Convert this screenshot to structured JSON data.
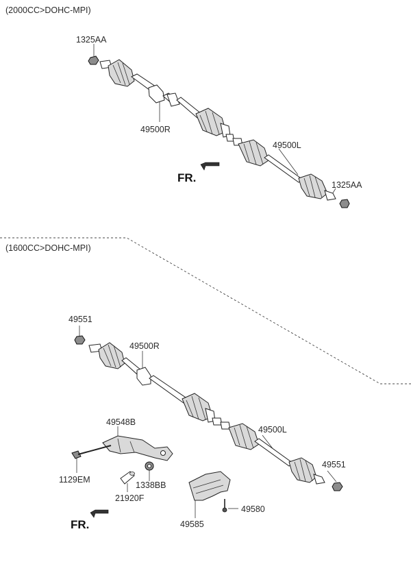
{
  "sections": {
    "top": {
      "header": "(2000CC>DOHC-MPI)",
      "labels": {
        "nut_left": "1325AA",
        "shaft_right": "49500R",
        "shaft_left": "49500L",
        "nut_right": "1325AA"
      },
      "front_indicator": "FR."
    },
    "bottom": {
      "header": "(1600CC>DOHC-MPI)",
      "labels": {
        "nut_left": "49551",
        "shaft_right": "49500R",
        "bracket": "49548B",
        "shaft_left": "49500L",
        "nut_right": "49551",
        "bolt": "1129EM",
        "bushing": "1338BB",
        "pin": "21920F",
        "screw": "49580",
        "shield": "49585"
      },
      "front_indicator": "FR."
    }
  },
  "colors": {
    "line": "#333333",
    "part_fill": "#ffffff",
    "part_shade": "#d9d9d9",
    "part_dark": "#8c8c8c"
  }
}
